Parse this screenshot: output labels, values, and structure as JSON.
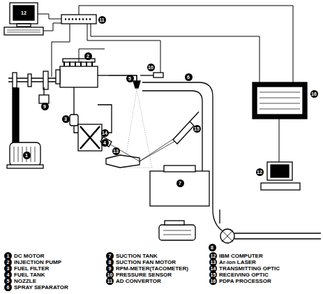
{
  "diagram": {
    "labels": [
      "12",
      "11",
      "9",
      "2",
      "3",
      "1",
      "4",
      "5",
      "10",
      "6",
      "13",
      "14",
      "15",
      "7",
      "8",
      "12",
      "16",
      "1",
      "DC MOTOR",
      "2",
      "INJECTION PUMP",
      "3",
      "FUEL FILTER",
      "4",
      "FUEL TANK",
      "5",
      "NOZZLE",
      "6",
      "SPRAY SEPARATOR",
      "7",
      "SUCTION TANK",
      "8",
      "SUCTION FAN MOTOR",
      "9",
      "RPM-METER(TACOMETER)",
      "10",
      "PRESSURE SENSOR",
      "11",
      "AD CONVERTOR",
      "12",
      "IBM COMPUTER",
      "13",
      "Ar-ion LASER",
      "14",
      "TRANSMITTING OPTIC",
      "15",
      "RECEIVING OPTIC",
      "16",
      "PDPA PROCESSOR"
    ]
  }
}
